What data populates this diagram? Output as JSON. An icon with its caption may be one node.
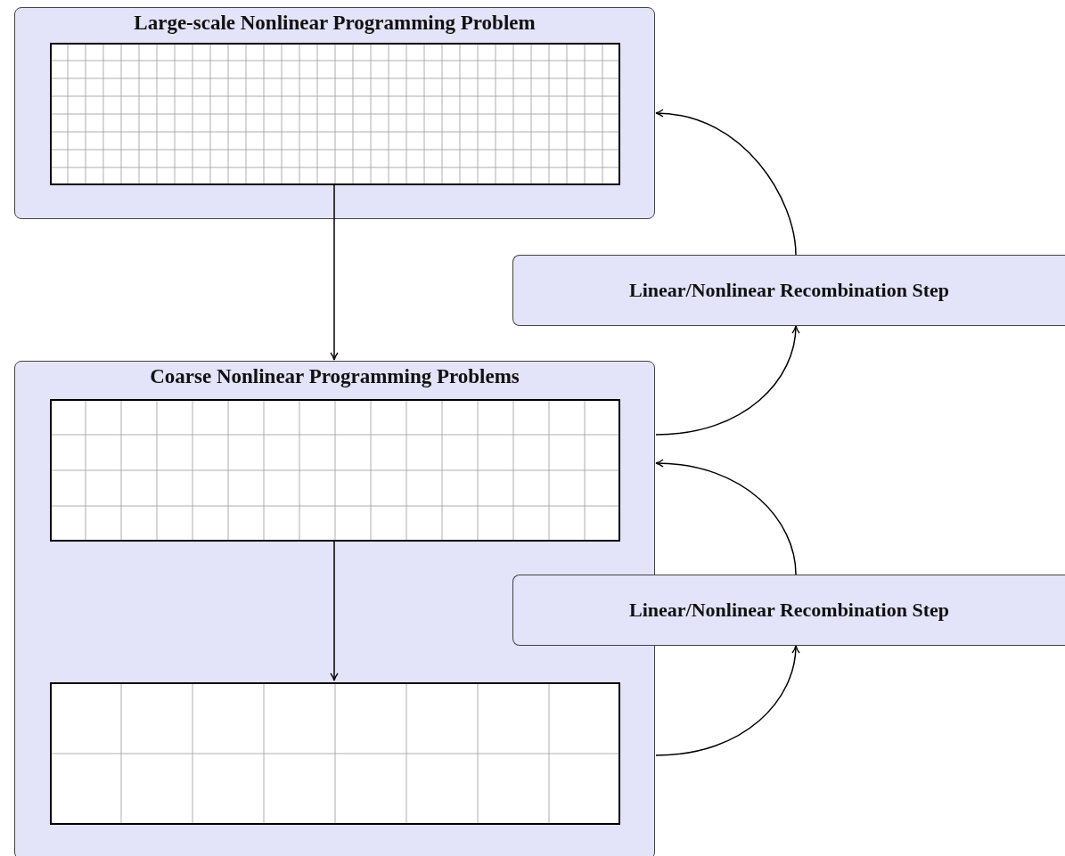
{
  "diagram": {
    "nodes": [
      {
        "text": [
          "Large-scale Nonlinear Programming Problem"
        ]
      },
      {
        "text": [],
        "shape": "grid",
        "in": 0
      },
      {
        "text": [
          "Coarse Nonlinear Programming Problems"
        ]
      },
      {
        "text": [],
        "shape": "grid",
        "in": 2
      },
      {
        "text": [],
        "shape": "grid",
        "in": 2
      },
      {
        "text": [
          "Linear/Nonlinear Recombination Step"
        ]
      },
      {
        "text": [
          "Linear/Nonlinear Recombination Step"
        ]
      }
    ],
    "edges": [
      {
        "from": 1,
        "to": 2,
        "arrow": "to"
      },
      {
        "from": 3,
        "to": 4,
        "arrow": "to"
      },
      {
        "from": 2,
        "to": 5,
        "arrow": "to"
      },
      {
        "from": 5,
        "to": 0,
        "arrow": "to"
      },
      {
        "from": 2,
        "to": 6,
        "arrow": "to"
      },
      {
        "from": 6,
        "to": 2,
        "arrow": "to"
      }
    ]
  }
}
